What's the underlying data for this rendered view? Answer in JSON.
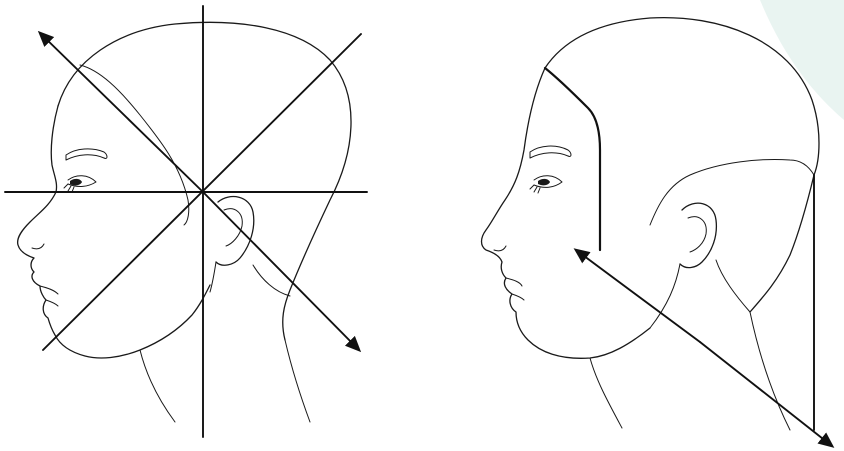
{
  "figure": {
    "panels": [
      {
        "id": "left",
        "guides": [
          "horizontal-line",
          "vertical-line",
          "diagonal-arrow",
          "diagonal-line"
        ]
      },
      {
        "id": "right",
        "guides": [
          "front-hairline",
          "back-line",
          "diagonal-arrow"
        ]
      }
    ]
  },
  "colors": {
    "line": "#111111",
    "background": "#ffffff",
    "accent_corner": "#e9f4f1"
  }
}
